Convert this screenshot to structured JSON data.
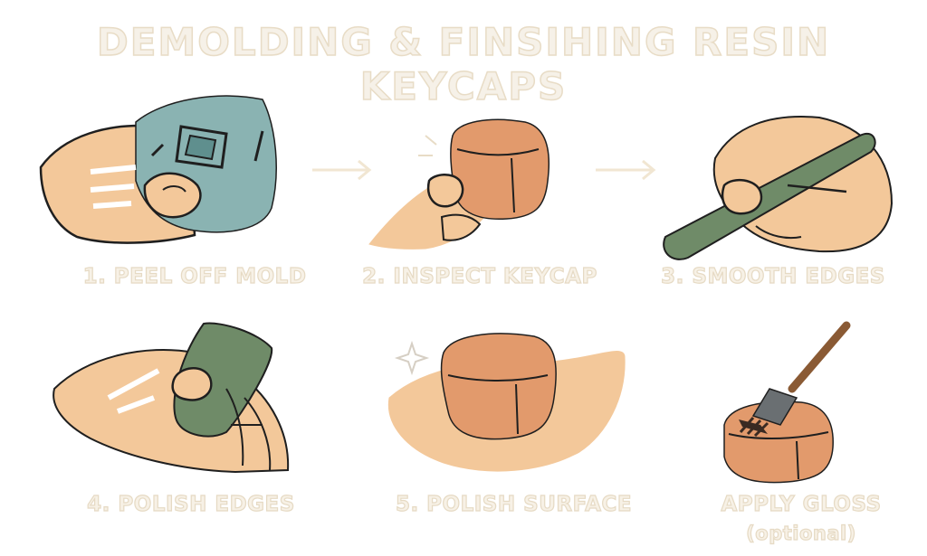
{
  "title": "DEMOLDING & FINSIHING  RESIN KEYCAPS",
  "steps": [
    {
      "label": "1. PEEL OFF MOLD"
    },
    {
      "label": "2. INSPECT KEYCAP"
    },
    {
      "label": "3. SMOOTH EDGES"
    },
    {
      "label": "4. POLISH EDGES"
    },
    {
      "label": "5. POLISH SURFACE"
    },
    {
      "label": "APPLY GLOSS",
      "sublabel": "(optional)"
    }
  ],
  "colors": {
    "skin": "#f3c89a",
    "mold": "#8ab3b2",
    "keycap": "#e29a6c",
    "sandpaper": "#6f8b68",
    "brush_handle": "#8a5a34",
    "outline": "#1f1f1f"
  },
  "icons": [
    "arrow-right-icon",
    "sparkle-icon"
  ]
}
